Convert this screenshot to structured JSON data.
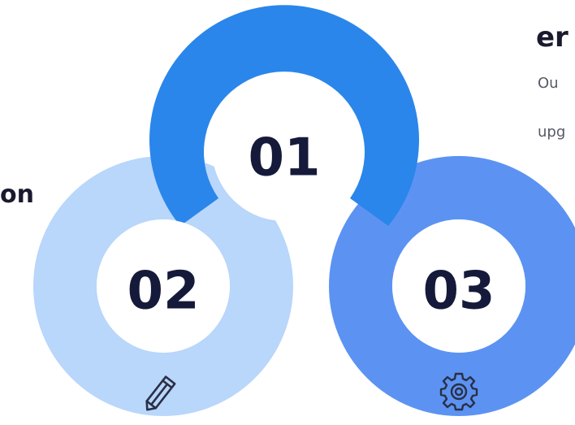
{
  "steps": [
    {
      "number": "01",
      "color": "#2a86ea",
      "icon": "none"
    },
    {
      "number": "02",
      "color": "#b9d6fb",
      "icon": "pencil-icon"
    },
    {
      "number": "03",
      "color": "#5c93f2",
      "icon": "gear-icon"
    }
  ],
  "left_text": {
    "heading": "on"
  },
  "right_text": {
    "heading": "er",
    "line1": "Ou",
    "line2": "upg"
  },
  "colors": {
    "number_text": "#151a3a",
    "icon_stroke": "#2a2f45",
    "background": "#ffffff"
  }
}
